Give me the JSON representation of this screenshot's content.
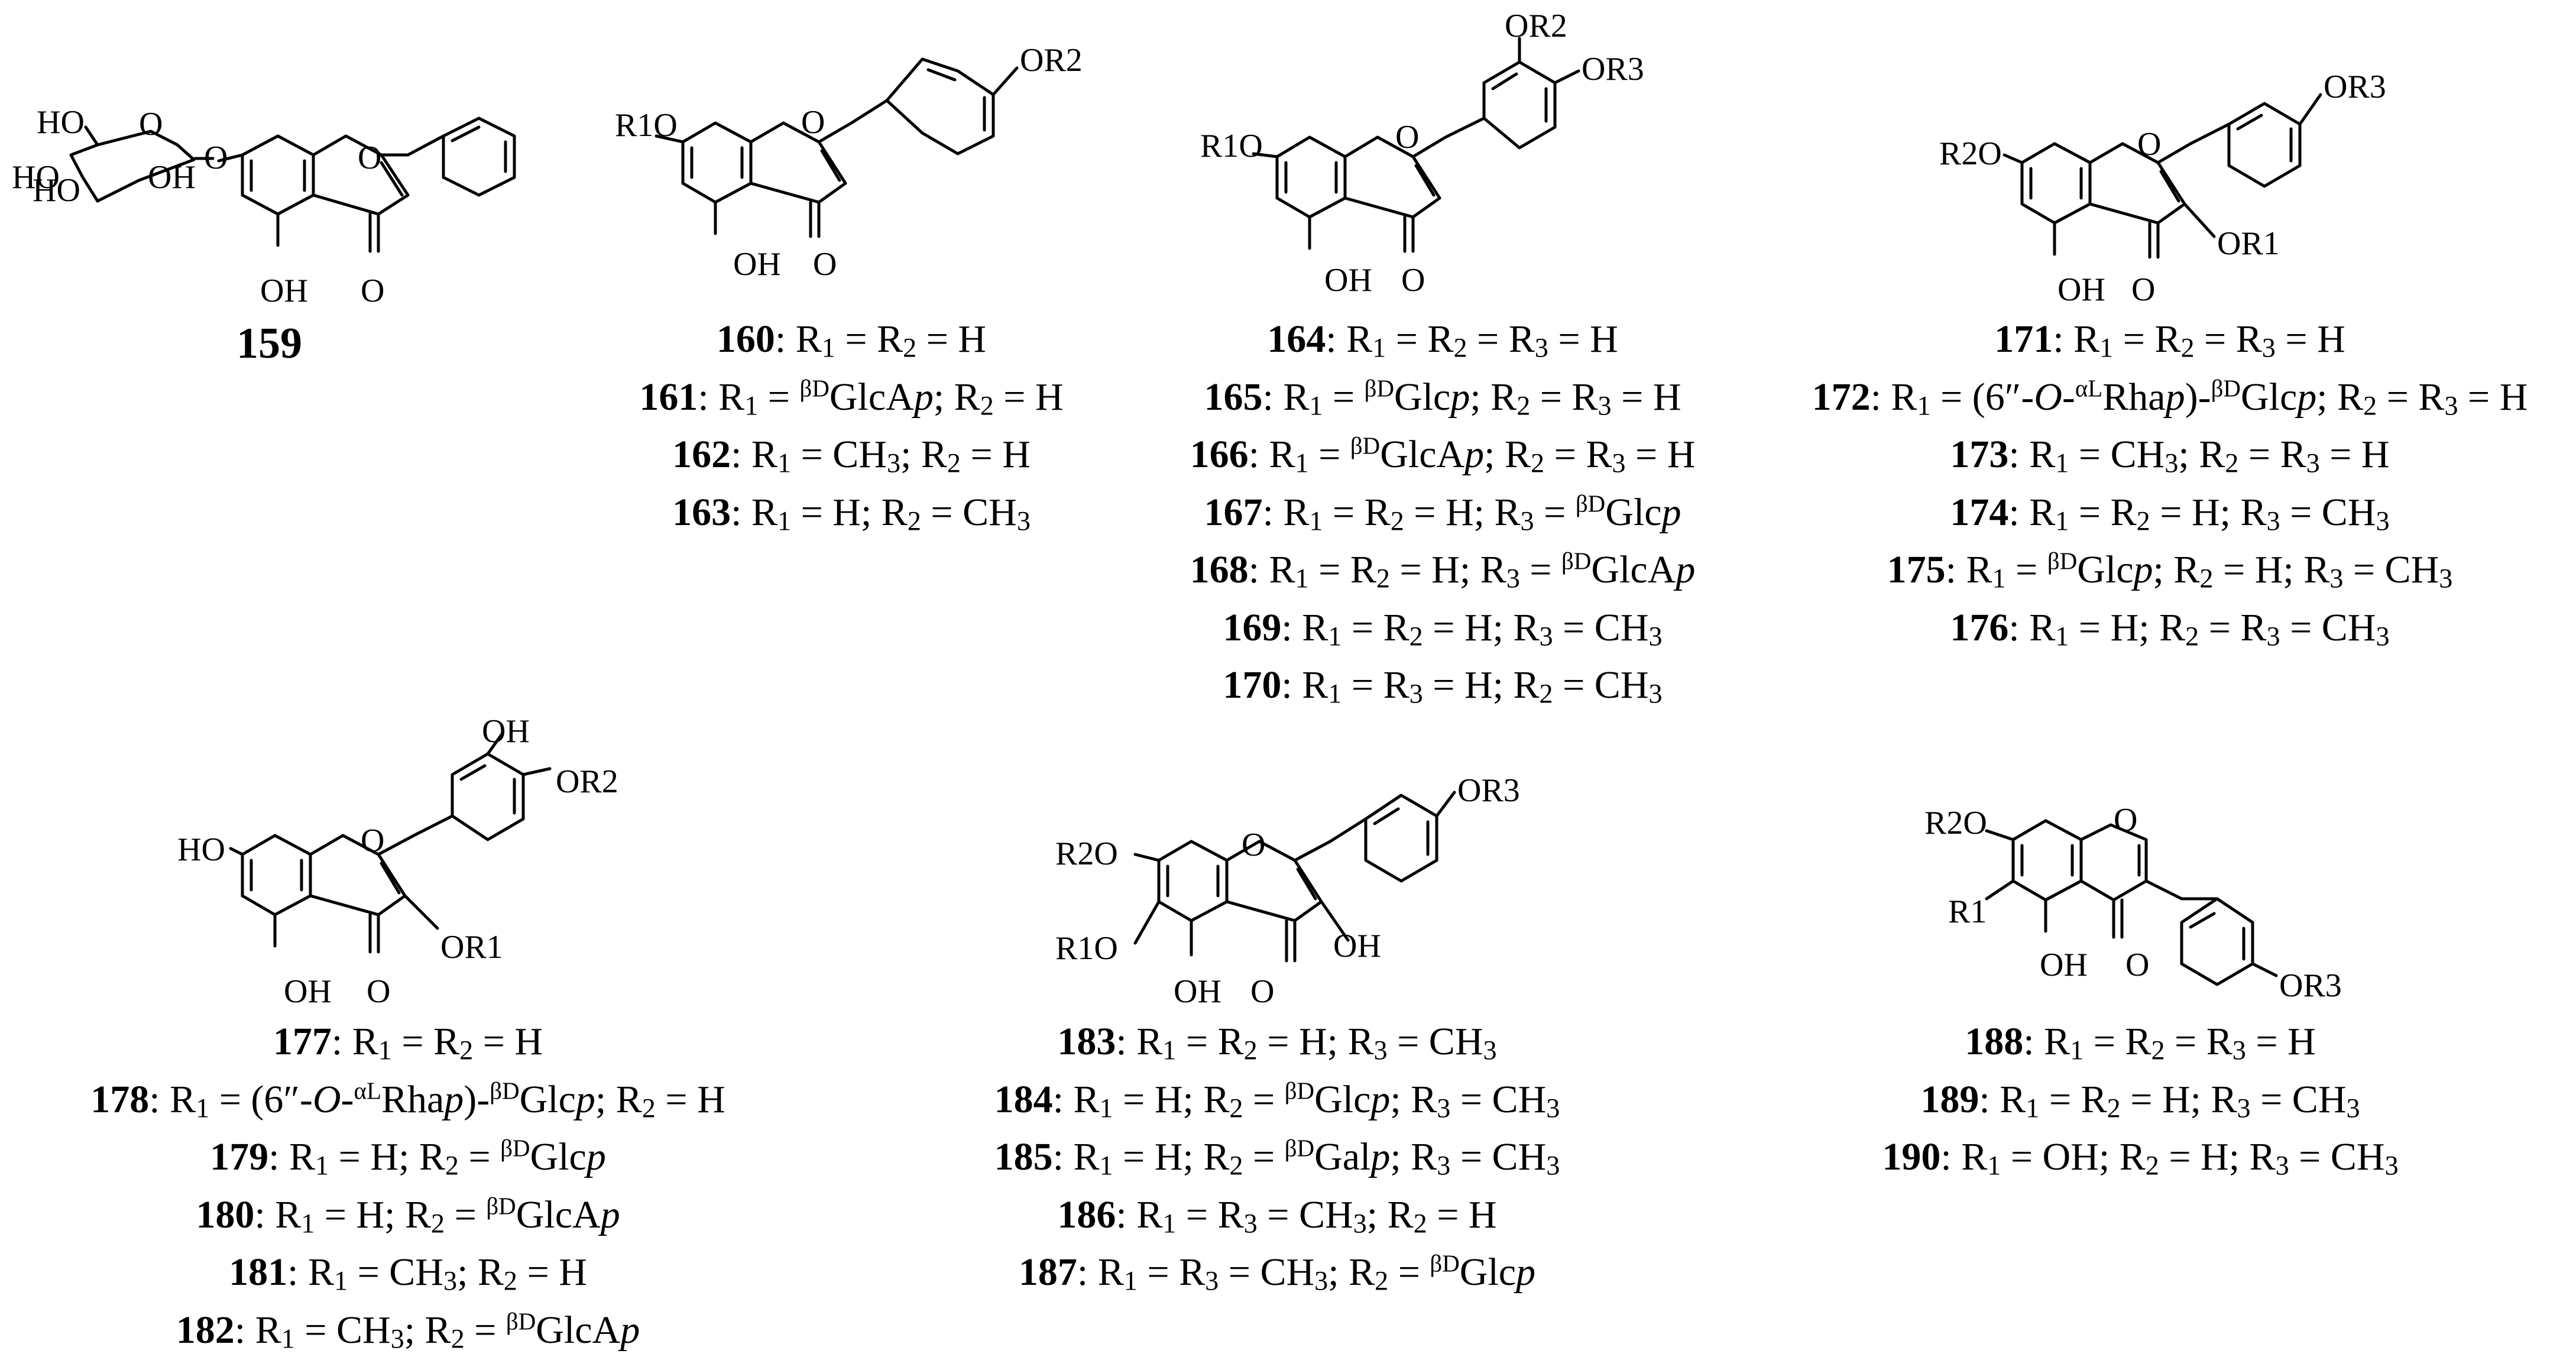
{
  "compounds": {
    "c159": {
      "number": "159",
      "atoms": {
        "a1": "HO",
        "a2": "O",
        "a3": "O",
        "a4": "HO",
        "a5": "HO",
        "a6": "OH",
        "a7": "O",
        "a8": "OH",
        "a9": "O"
      }
    },
    "c160": {
      "atoms": {
        "r1o": "R1O",
        "o1": "O",
        "or2": "OR2",
        "oh": "OH",
        "o4": "O"
      }
    },
    "c164": {
      "atoms": {
        "or2": "OR2",
        "or3": "OR3",
        "r1o": "R1O",
        "o1": "O",
        "oh": "OH",
        "o4": "O"
      }
    },
    "c171": {
      "atoms": {
        "or3": "OR3",
        "r2o": "R2O",
        "o1": "O",
        "or1": "OR1",
        "oh": "OH",
        "o4": "O"
      }
    },
    "c177": {
      "atoms": {
        "oh3": "OH",
        "or2": "OR2",
        "ho": "HO",
        "o1": "O",
        "or1": "OR1",
        "oh": "OH",
        "o4": "O"
      }
    },
    "c183": {
      "atoms": {
        "or3": "OR3",
        "r2o": "R2O",
        "o1": "O",
        "r1o": "R1O",
        "oh3": "OH",
        "oh5": "OH",
        "o4": "O"
      }
    },
    "c188": {
      "atoms": {
        "r2o": "R2O",
        "o1": "O",
        "r1": "R1",
        "oh": "OH",
        "o4": "O",
        "or3": "OR3"
      }
    }
  },
  "substituents": {
    "group1": [
      {
        "num": "160",
        "parts": [
          "R",
          "1",
          " = R",
          "2",
          " = H"
        ]
      },
      {
        "num": "161",
        "parts": [
          "R",
          "1",
          " = ",
          "βD",
          "GlcA",
          "p",
          "; R",
          "2",
          " = H"
        ]
      },
      {
        "num": "162",
        "parts": [
          "R",
          "1",
          " = CH",
          "3",
          "; R",
          "2",
          " = H"
        ]
      },
      {
        "num": "163",
        "parts": [
          "R",
          "1",
          " = H; R",
          "2",
          " = CH",
          "3"
        ]
      }
    ],
    "group2": [
      {
        "num": "164",
        "parts": [
          "R",
          "1",
          " = R",
          "2",
          " = R",
          "3",
          " = H"
        ]
      },
      {
        "num": "165",
        "parts": [
          "R",
          "1",
          " = ",
          "βD",
          "Glc",
          "p",
          "; R",
          "2",
          " = R",
          "3",
          " = H"
        ]
      },
      {
        "num": "166",
        "parts": [
          "R",
          "1",
          " = ",
          "βD",
          "GlcA",
          "p",
          "; R",
          "2",
          " = R",
          "3",
          " = H"
        ]
      },
      {
        "num": "167",
        "parts": [
          "R",
          "1",
          " = R",
          "2",
          " = H; R",
          "3",
          " = ",
          "βD",
          "Glc",
          "p"
        ]
      },
      {
        "num": "168",
        "parts": [
          "R",
          "1",
          " = R",
          "2",
          " = H; R",
          "3",
          " = ",
          "βD",
          "GlcA",
          "p"
        ]
      },
      {
        "num": "169",
        "parts": [
          "R",
          "1",
          " = R",
          "2",
          " = H; R",
          "3",
          " = CH",
          "3"
        ]
      },
      {
        "num": "170",
        "parts": [
          "R",
          "1",
          " = R",
          "3",
          " = H; R",
          "2",
          " = CH",
          "3"
        ]
      }
    ],
    "group3": [
      {
        "num": "171",
        "parts": [
          "R",
          "1",
          " = R",
          "2",
          " = R",
          "3",
          " = H"
        ]
      },
      {
        "num": "172",
        "parts": [
          "R",
          "1",
          " = (6″-",
          "O",
          "-",
          "αL",
          "Rha",
          "p",
          ")-",
          "βD",
          "Glc",
          "p",
          "; R",
          "2",
          " = R",
          "3",
          " = H"
        ]
      },
      {
        "num": "173",
        "parts": [
          "R",
          "1",
          " = CH",
          "3",
          "; R",
          "2",
          " = R",
          "3",
          " = H"
        ]
      },
      {
        "num": "174",
        "parts": [
          "R",
          "1",
          " = R",
          "2",
          " = H; R",
          "3",
          " = CH",
          "3"
        ]
      },
      {
        "num": "175",
        "parts": [
          "R",
          "1",
          " = ",
          "βD",
          "Glc",
          "p",
          "; R",
          "2",
          " = H; R",
          "3",
          " = CH",
          "3"
        ]
      },
      {
        "num": "176",
        "parts": [
          "R",
          "1",
          " = H; R",
          "2",
          " = R",
          "3",
          " = CH",
          "3"
        ]
      }
    ],
    "group4": [
      {
        "num": "177",
        "parts": [
          "R",
          "1",
          " = R",
          "2",
          " = H"
        ]
      },
      {
        "num": "178",
        "parts": [
          "R",
          "1",
          " = (6″-",
          "O",
          "-",
          "αL",
          "Rha",
          "p",
          ")-",
          "βD",
          "Glc",
          "p",
          "; R",
          "2",
          " = H"
        ]
      },
      {
        "num": "179",
        "parts": [
          "R",
          "1",
          " = H; R",
          "2",
          " = ",
          "βD",
          "Glc",
          "p"
        ]
      },
      {
        "num": "180",
        "parts": [
          "R",
          "1",
          " = H; R",
          "2",
          " = ",
          "βD",
          "GlcA",
          "p"
        ]
      },
      {
        "num": "181",
        "parts": [
          "R",
          "1",
          " = CH",
          "3",
          "; R",
          "2",
          " = H"
        ]
      },
      {
        "num": "182",
        "parts": [
          "R",
          "1",
          " = CH",
          "3",
          "; R",
          "2",
          " = ",
          "βD",
          "GlcA",
          "p"
        ]
      }
    ],
    "group5": [
      {
        "num": "183",
        "parts": [
          "R",
          "1",
          " = R",
          "2",
          " = H; R",
          "3",
          " = CH",
          "3"
        ]
      },
      {
        "num": "184",
        "parts": [
          "R",
          "1",
          " = H; R",
          "2",
          " = ",
          "βD",
          "Glc",
          "p",
          "; R",
          "3",
          " = CH",
          "3"
        ]
      },
      {
        "num": "185",
        "parts": [
          "R",
          "1",
          " = H; R",
          "2",
          " = ",
          "βD",
          "Gal",
          "p",
          "; R",
          "3",
          " = CH",
          "3"
        ]
      },
      {
        "num": "186",
        "parts": [
          "R",
          "1",
          " = R",
          "3",
          " = CH",
          "3",
          "; R",
          "2",
          " = H"
        ]
      },
      {
        "num": "187",
        "parts": [
          "R",
          "1",
          " = R",
          "3",
          " = CH",
          "3",
          "; R",
          "2",
          " = ",
          "βD",
          "Glc",
          "p"
        ]
      }
    ],
    "group6": [
      {
        "num": "188",
        "parts": [
          "R",
          "1",
          " = R",
          "2",
          " = R",
          "3",
          " = H"
        ]
      },
      {
        "num": "189",
        "parts": [
          "R",
          "1",
          " = R",
          "2",
          " = H; R",
          "3",
          " = CH",
          "3"
        ]
      },
      {
        "num": "190",
        "parts": [
          "R",
          "1",
          " = OH; R",
          "2",
          " = H; R",
          "3",
          " = CH",
          "3"
        ]
      }
    ]
  }
}
